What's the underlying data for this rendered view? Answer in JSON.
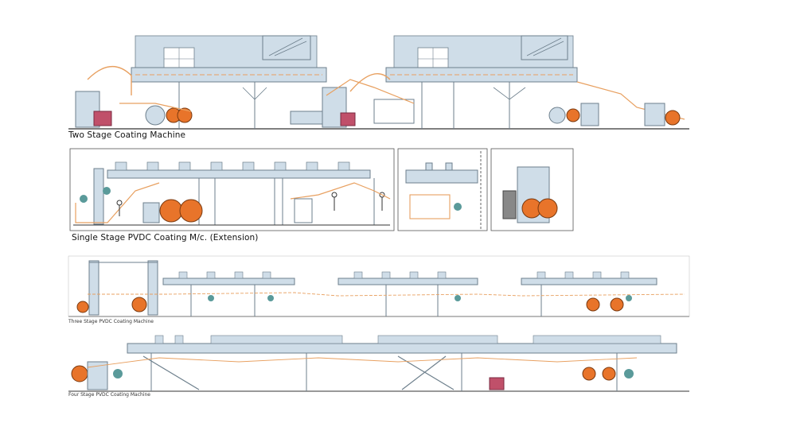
{
  "captions": {
    "two_stage": "Two Stage Coating Machine",
    "single_stage": "Single Stage PVDC Coating M/c. (Extension)",
    "three_stage": "Three Stage PVDC Coating Machine",
    "four_stage": "Four Stage PVDC Coating Machine"
  },
  "palette": {
    "machine_fill": "#cfdde8",
    "machine_stroke": "#6d7f8c",
    "web_path": "#e8a060",
    "roller_orange": "#e8742a",
    "roller_teal": "#5a9a9a",
    "motor_red": "#c0506a",
    "floor": "#333333"
  }
}
